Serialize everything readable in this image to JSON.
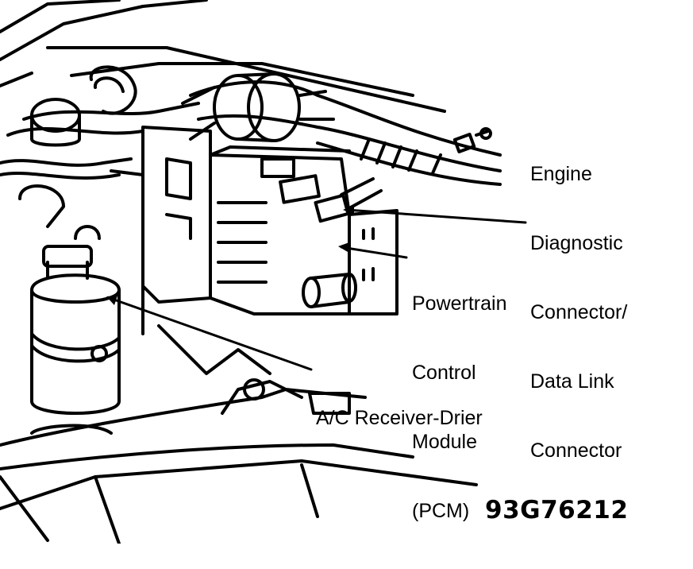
{
  "callouts": {
    "engine_diagnostic_connector": [
      "Engine",
      "Diagnostic",
      "Connector/",
      "Data Link",
      "Connector"
    ],
    "powertrain_control_module": [
      "Powertrain",
      "Control",
      "Module",
      "(PCM)"
    ],
    "ac_receiver_drier": [
      "A/C Receiver-Drier"
    ]
  },
  "figure_number": "93G76212",
  "colors": {
    "ink": "#000000",
    "paper": "#ffffff"
  }
}
